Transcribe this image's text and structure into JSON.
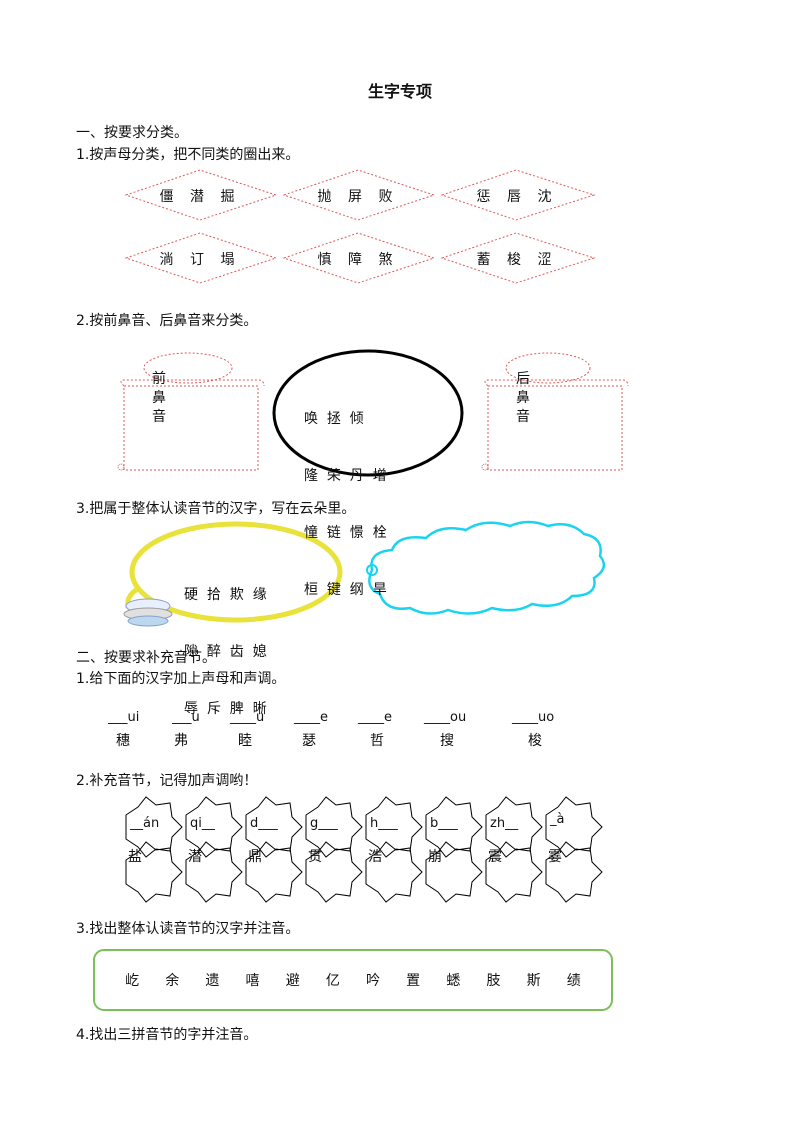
{
  "title": "生字专项",
  "part1": {
    "heading": "一、按要求分类。",
    "q1": {
      "prompt": "1.按声母分类，把不同类的圈出来。",
      "groups": [
        "僵 潜 掘",
        "抛 屏 败",
        "惩 唇 沈",
        "淌 订 塌",
        "慎 障 煞",
        "蓄 梭 涩"
      ]
    },
    "q2": {
      "prompt": "2.按前鼻音、后鼻音来分类。",
      "left_label": [
        "前",
        "鼻",
        "音"
      ],
      "right_label": [
        "后",
        "鼻",
        "音"
      ],
      "center_rows": [
        "唤  拯  倾",
        "隆  荣  丹  增",
        "憧  链  憬  栓",
        "桓  键  纲  旱"
      ]
    },
    "q3": {
      "prompt": "3.把属于整体认读音节的汉字，写在云朵里。",
      "rows": [
        "硬  拾  欺  缘",
        "隙  醉  齿  媳",
        "辱  斥  脾  晰"
      ]
    }
  },
  "part2": {
    "heading": "二、按要求补充音节。",
    "q1": {
      "prompt": "1.给下面的汉字加上声母和声调。",
      "items": [
        {
          "pinyin": "___ui",
          "char": "穗"
        },
        {
          "pinyin": "___u",
          "char": "弗"
        },
        {
          "pinyin": "____u",
          "char": "睦"
        },
        {
          "pinyin": "____e",
          "char": "瑟"
        },
        {
          "pinyin": "____e",
          "char": "哲"
        },
        {
          "pinyin": "____ou",
          "char": "搜"
        },
        {
          "pinyin": "____uo",
          "char": "梭"
        }
      ]
    },
    "q2": {
      "prompt": "2.补充音节，记得加声调哟！",
      "items": [
        {
          "pinyin": "__án",
          "char": "盐"
        },
        {
          "pinyin": "qi__",
          "char": "潜"
        },
        {
          "pinyin": "d___",
          "char": "鼎"
        },
        {
          "pinyin": "g___",
          "char": "贯"
        },
        {
          "pinyin": "h___",
          "char": "浩"
        },
        {
          "pinyin": "b___",
          "char": "崩"
        },
        {
          "pinyin": "zh__",
          "char": "震"
        },
        {
          "pinyin": "_à",
          "char": "霎"
        }
      ]
    },
    "q3": {
      "prompt": "3.找出整体认读音节的汉字并注音。",
      "chars": [
        "屹",
        "余",
        "遗",
        "嘻",
        "避",
        "亿",
        "吟",
        "置",
        "蟋",
        "肢",
        "斯",
        "绩"
      ]
    },
    "q4": {
      "prompt": "4.找出三拼音节的字并注音。"
    }
  }
}
